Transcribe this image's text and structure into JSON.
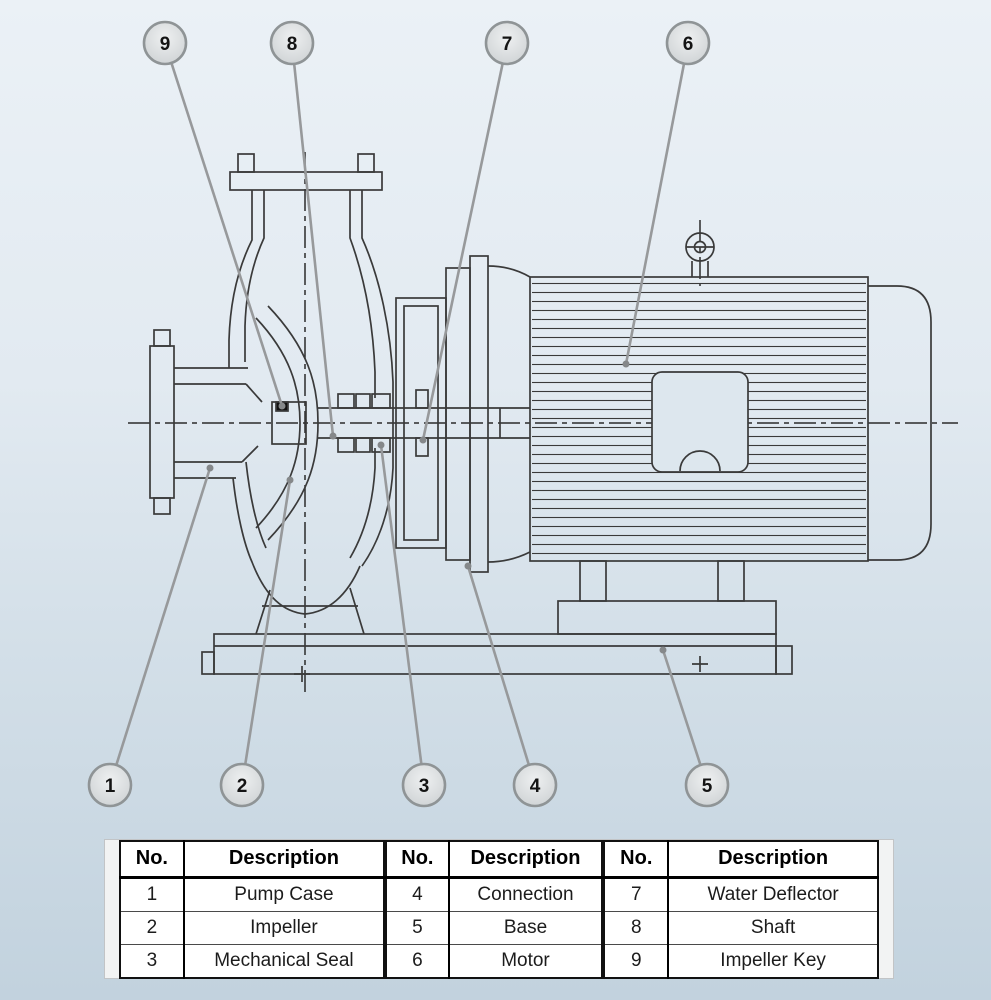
{
  "callouts": [
    {
      "number": "9"
    },
    {
      "number": "8"
    },
    {
      "number": "7"
    },
    {
      "number": "6"
    },
    {
      "number": "1"
    },
    {
      "number": "2"
    },
    {
      "number": "3"
    },
    {
      "number": "4"
    },
    {
      "number": "5"
    }
  ],
  "tables": [
    {
      "headers": {
        "no": "No.",
        "description": "Description"
      },
      "rows": [
        {
          "no": "1",
          "description": "Pump Case"
        },
        {
          "no": "2",
          "description": "Impeller"
        },
        {
          "no": "3",
          "description": "Mechanical Seal"
        }
      ]
    },
    {
      "headers": {
        "no": "No.",
        "description": "Description"
      },
      "rows": [
        {
          "no": "4",
          "description": "Connection"
        },
        {
          "no": "5",
          "description": "Base"
        },
        {
          "no": "6",
          "description": "Motor"
        }
      ]
    },
    {
      "headers": {
        "no": "No.",
        "description": "Description"
      },
      "rows": [
        {
          "no": "7",
          "description": "Water Deflector"
        },
        {
          "no": "8",
          "description": "Shaft"
        },
        {
          "no": "9",
          "description": "Impeller Key"
        }
      ]
    }
  ],
  "colors": {
    "background_top": "#ebf1f6",
    "background_bottom": "#c2d2de",
    "drawing_line": "#3a3a3a",
    "leader_line": "#97999b",
    "callout_fill": "#d8dbdd",
    "callout_stroke": "#8f9496"
  }
}
